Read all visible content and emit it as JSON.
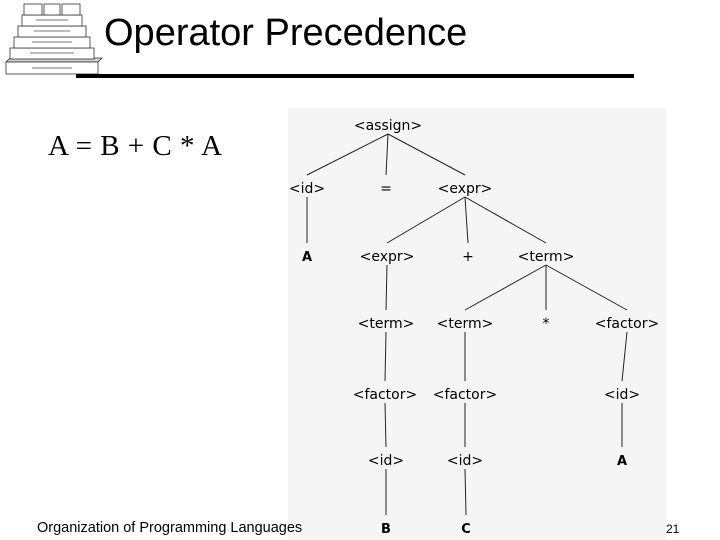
{
  "slide": {
    "title": "Operator Precedence",
    "expression": "A = B + C * A",
    "footer": "Organization of Programming Languages",
    "page_number": "21"
  },
  "logo": {
    "layers": [
      "",
      "",
      "",
      "",
      ""
    ]
  },
  "parse_tree": {
    "nodes": [
      {
        "id": "assign",
        "label": "<assign>"
      },
      {
        "id": "id1",
        "label": "<id>"
      },
      {
        "id": "eq",
        "label": "="
      },
      {
        "id": "expr1",
        "label": "<expr>"
      },
      {
        "id": "A1",
        "label": "A"
      },
      {
        "id": "expr2",
        "label": "<expr>"
      },
      {
        "id": "plus",
        "label": "+"
      },
      {
        "id": "term1",
        "label": "<term>"
      },
      {
        "id": "term2",
        "label": "<term>"
      },
      {
        "id": "term3",
        "label": "<term>"
      },
      {
        "id": "star",
        "label": "*"
      },
      {
        "id": "factor1",
        "label": "<factor>"
      },
      {
        "id": "factor2",
        "label": "<factor>"
      },
      {
        "id": "factor3",
        "label": "<factor>"
      },
      {
        "id": "id2",
        "label": "<id>"
      },
      {
        "id": "id3",
        "label": "<id>"
      },
      {
        "id": "id4",
        "label": "<id>"
      },
      {
        "id": "B",
        "label": "B"
      },
      {
        "id": "C",
        "label": "C"
      },
      {
        "id": "A2",
        "label": "A"
      }
    ],
    "edges": [
      [
        "assign",
        "id1"
      ],
      [
        "assign",
        "eq"
      ],
      [
        "assign",
        "expr1"
      ],
      [
        "id1",
        "A1"
      ],
      [
        "expr1",
        "expr2"
      ],
      [
        "expr1",
        "plus"
      ],
      [
        "expr1",
        "term1"
      ],
      [
        "expr2",
        "term2"
      ],
      [
        "term1",
        "term3"
      ],
      [
        "term1",
        "star"
      ],
      [
        "term1",
        "factor1"
      ],
      [
        "term2",
        "factor2"
      ],
      [
        "term3",
        "factor3"
      ],
      [
        "factor1",
        "id4"
      ],
      [
        "factor2",
        "id2"
      ],
      [
        "factor3",
        "id3"
      ],
      [
        "id4",
        "A2"
      ],
      [
        "id2",
        "B"
      ],
      [
        "id3",
        "C"
      ]
    ]
  }
}
